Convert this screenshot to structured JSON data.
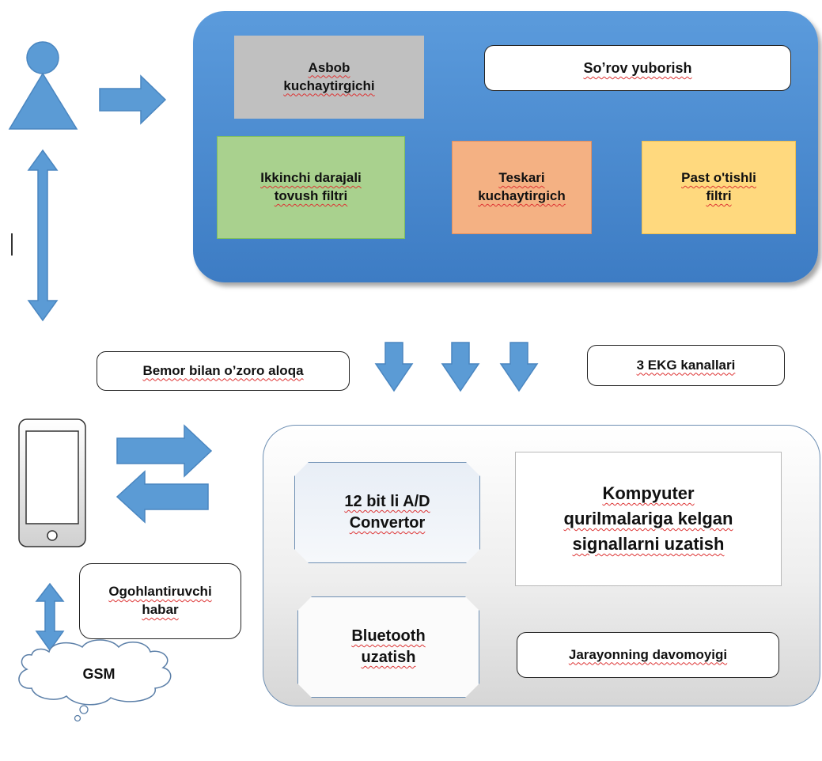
{
  "blocks": {
    "asbob": "Asbob\nkuchaytirgichi",
    "sorov": "So’rov yuborish",
    "ikkinchi": "Ikkinchi darajali\ntovush filtri",
    "teskari": "Teskari\nkuchaytirgich",
    "past": "Past o'tishli\nfiltri"
  },
  "labels": {
    "bemor": "Bemor bilan o’zoro aloqa",
    "ekg": "3 EKG kanallari",
    "ogoh": "Ogohlantiruvchi\nhabar",
    "gsm": "GSM"
  },
  "bottom": {
    "adc": "12 bit li A/D\nConvertor",
    "kompyuter": "Kompyuter\nqurilmalariga kelgan\nsignallarni uzatish",
    "bluetooth": "Bluetooth\nuzatish",
    "jarayon": "Jarayonning davomoyigi"
  },
  "colors": {
    "arrow": "#5b9bd5",
    "top_panel": "#4a89cf",
    "gray_block": "#c0c0c0",
    "green_block": "#a9d18e",
    "orange_block": "#f4b183",
    "yellow_block": "#ffd97e"
  }
}
